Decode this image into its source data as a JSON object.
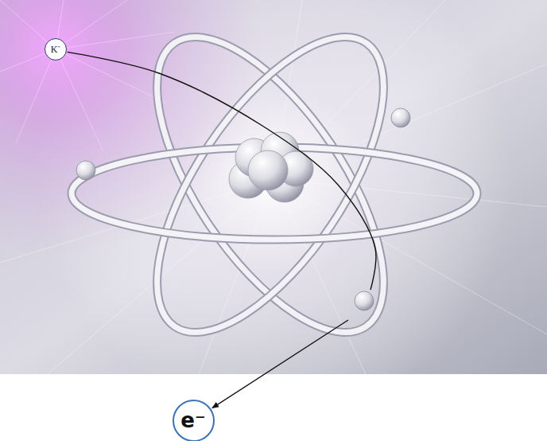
{
  "diagram": {
    "nodes": [
      {
        "text": [
          "K⁻"
        ]
      },
      {
        "text": [
          "e⁻"
        ]
      }
    ],
    "edges": [
      {
        "from": 0,
        "to": 1,
        "arrow": "to"
      }
    ]
  }
}
